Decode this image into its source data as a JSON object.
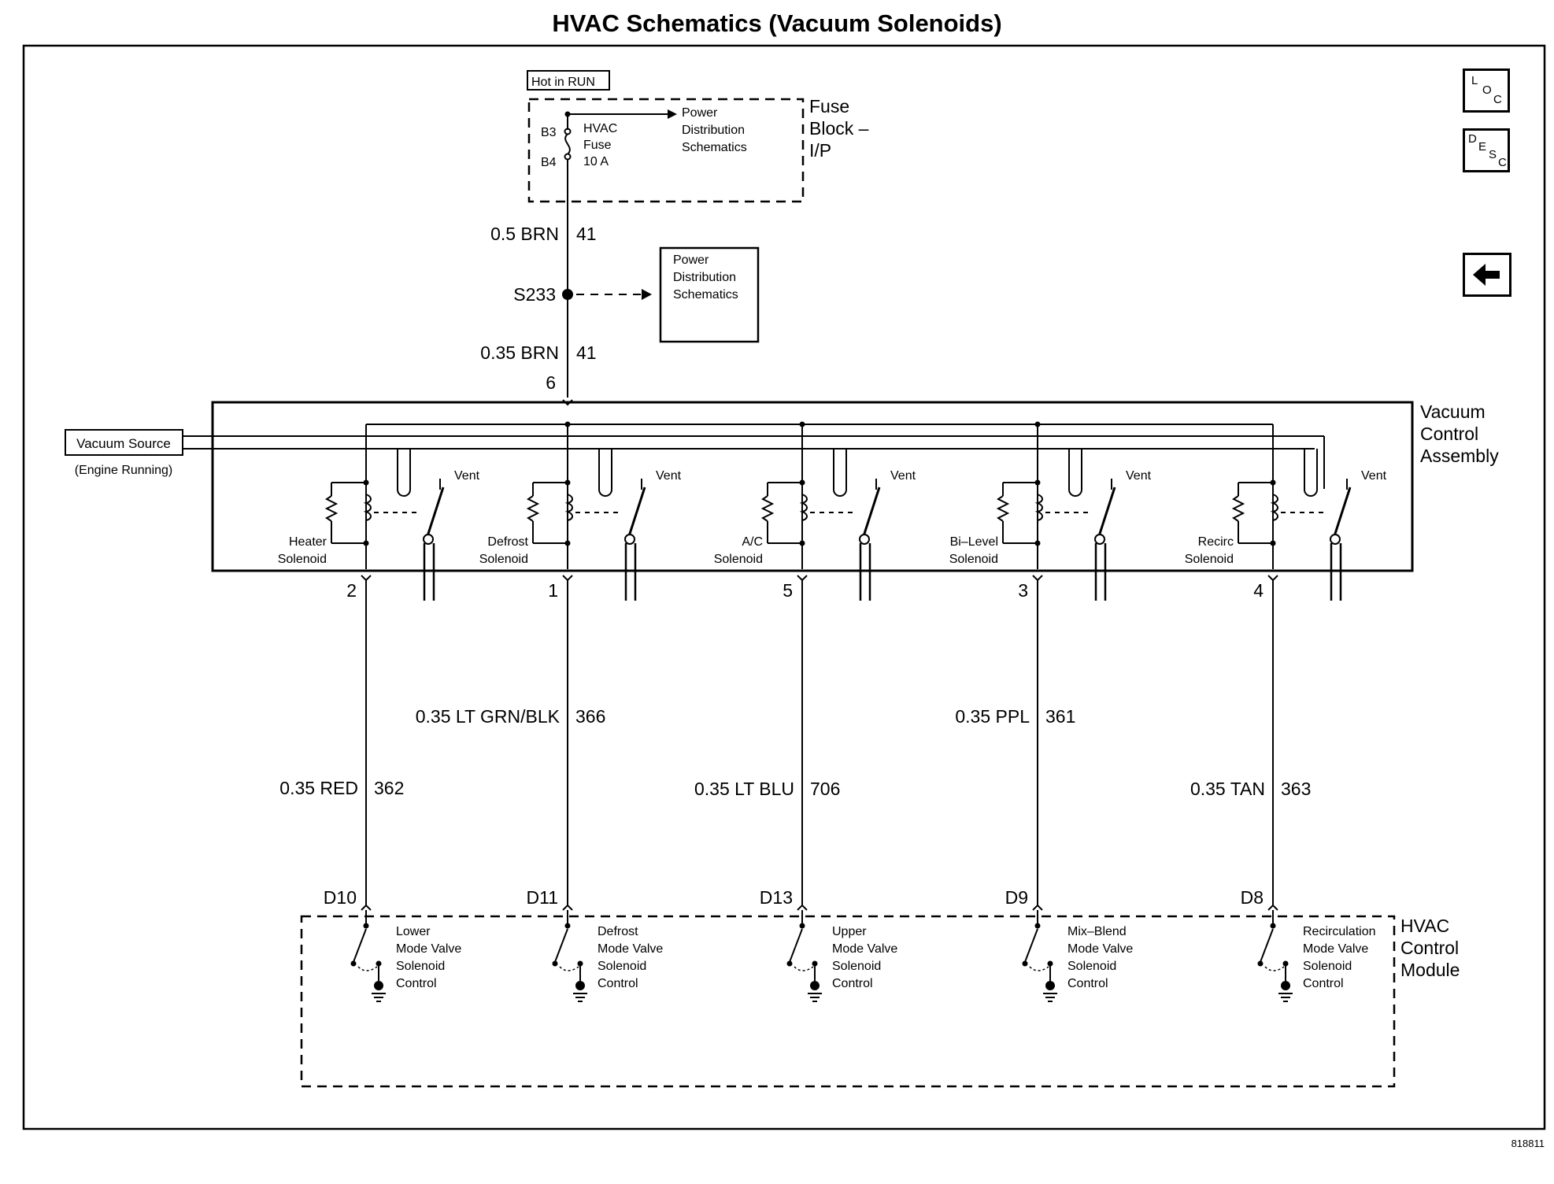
{
  "title": "HVAC Schematics (Vacuum Solenoids)",
  "figure_id": "818811",
  "nav": {
    "loc": {
      "l1": "L",
      "l2": "O",
      "l3": "C"
    },
    "desc": {
      "l1": "D",
      "l2": "E",
      "l3": "S",
      "l4": "C"
    },
    "back_icon": "left-arrow-icon"
  },
  "fuse_block": {
    "hot_label": "Hot in RUN",
    "title_lines": [
      "Fuse",
      "Block –",
      "I/P"
    ],
    "pin_top": "B3",
    "pin_bottom": "B4",
    "fuse_lines": [
      "HVAC",
      "Fuse",
      "10 A"
    ],
    "pd_lines": [
      "Power",
      "Distribution",
      "Schematics"
    ]
  },
  "feed": {
    "wire_upper": "0.5 BRN",
    "circuit_upper": "41",
    "splice": "S233",
    "pd_lines": [
      "Power",
      "Distribution",
      "Schematics"
    ],
    "wire_lower": "0.35 BRN",
    "circuit_lower": "41",
    "connector_pin": "6"
  },
  "vacuum_source": {
    "label": "Vacuum Source",
    "sub": "(Engine Running)"
  },
  "vacuum_assembly": {
    "title_lines": [
      "Vacuum",
      "Control",
      "Assembly"
    ]
  },
  "vent_label": "Vent",
  "hvac_module": {
    "title_lines": [
      "HVAC",
      "Control",
      "Module"
    ]
  },
  "channels": [
    {
      "solenoid": [
        "Heater",
        "Solenoid"
      ],
      "pin": "2",
      "wire": "0.35 RED",
      "circuit": "362",
      "module_pin": "D10",
      "control": [
        "Lower",
        "Mode Valve",
        "Solenoid",
        "Control"
      ]
    },
    {
      "solenoid": [
        "Defrost",
        "Solenoid"
      ],
      "pin": "1",
      "wire": "0.35 LT GRN/BLK",
      "circuit": "366",
      "module_pin": "D11",
      "control": [
        "Defrost",
        "Mode Valve",
        "Solenoid",
        "Control"
      ]
    },
    {
      "solenoid": [
        "A/C",
        "Solenoid"
      ],
      "pin": "5",
      "wire": "0.35 LT BLU",
      "circuit": "706",
      "module_pin": "D13",
      "control": [
        "Upper",
        "Mode Valve",
        "Solenoid",
        "Control"
      ]
    },
    {
      "solenoid": [
        "Bi–Level",
        "Solenoid"
      ],
      "pin": "3",
      "wire": "0.35 PPL",
      "circuit": "361",
      "module_pin": "D9",
      "control": [
        "Mix–Blend",
        "Mode Valve",
        "Solenoid",
        "Control"
      ]
    },
    {
      "solenoid": [
        "Recirc",
        "Solenoid"
      ],
      "pin": "4",
      "wire": "0.35 TAN",
      "circuit": "363",
      "module_pin": "D8",
      "control": [
        "Recirculation",
        "Mode Valve",
        "Solenoid",
        "Control"
      ]
    }
  ]
}
